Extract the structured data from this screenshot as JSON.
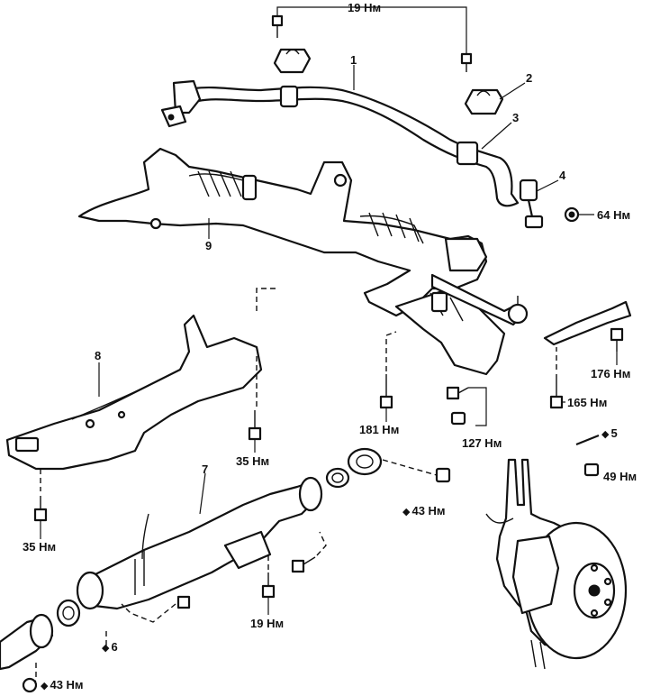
{
  "torques": {
    "t19_top": "19 Нм",
    "t64": "64 Нм",
    "t176": "176 Нм",
    "t165": "165 Нм",
    "t127": "127 Нм",
    "t181": "181 Нм",
    "t35_mid": "35 Нм",
    "t35_left": "35 Нм",
    "t43_mid": "43 Нм",
    "t49": "49 Нм",
    "t19_bottom": "19 Нм",
    "t43_bottom": "43 Нм"
  },
  "callouts": {
    "c1": "1",
    "c2": "2",
    "c3": "3",
    "c4": "4",
    "c5": "5",
    "c6": "6",
    "c7": "7",
    "c8": "8",
    "c9": "9"
  },
  "symbols": {
    "diamond": "◆"
  },
  "icons": {
    "stabilizer_bar": "stabilizer-bar-icon",
    "bracket": "bracket-icon",
    "bushing": "bushing-icon",
    "link": "stabilizer-link-icon",
    "crossmember": "crossmember-icon",
    "subframe": "subframe-icon",
    "exhaust_pipe": "exhaust-pipe-icon",
    "steering_knuckle": "steering-knuckle-icon",
    "bolt": "bolt-icon",
    "nut": "nut-icon",
    "gasket": "gasket-icon"
  }
}
